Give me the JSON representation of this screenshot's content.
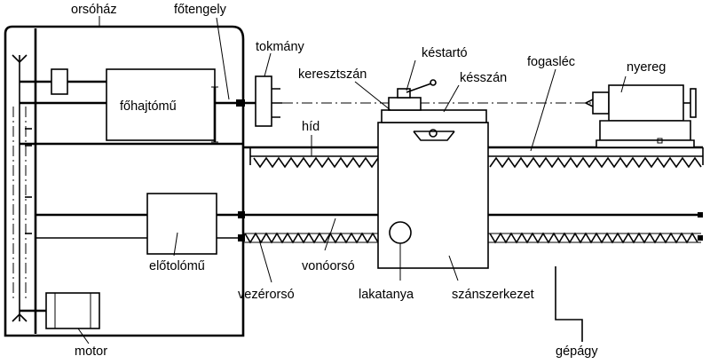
{
  "labels": {
    "orsohaz": "orsóház",
    "fotengely": "főtengely",
    "tokmany": "tokmány",
    "kestarto": "késtartó",
    "fogasled": "fogasléc",
    "nyereg": "nyereg",
    "keresztszan": "keresztszán",
    "keszan": "késszán",
    "hid": "híd",
    "fohajtomu": "főhajtómű",
    "elotolomu": "előtolómű",
    "vonoorso": "vonóorsó",
    "vezerorso": "vezérorsó",
    "lakatanya": "lakatanya",
    "szanszerkezet": "szánszerkezet",
    "motor": "motor",
    "gepagy": "gépágy"
  }
}
